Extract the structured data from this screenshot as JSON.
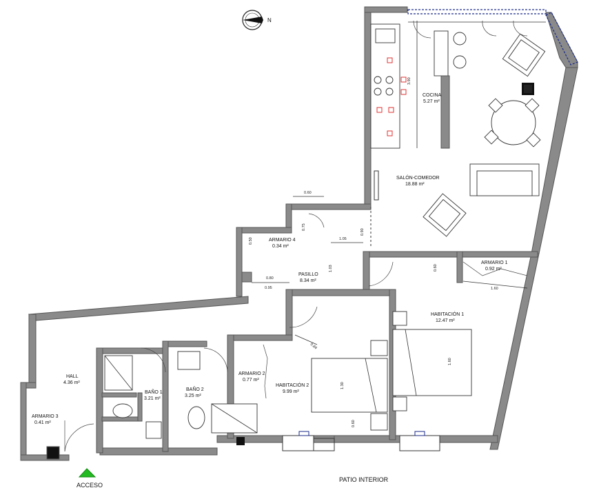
{
  "compass": {
    "north_label": "N"
  },
  "rooms": {
    "cocina": {
      "name": "COCINA",
      "area": "5.27 m²"
    },
    "salon": {
      "name": "SALÓN-COMEDOR",
      "area": "18.88 m²"
    },
    "armario4": {
      "name": "ARMARIO 4",
      "area": "0.34 m²"
    },
    "pasillo": {
      "name": "PASILLO",
      "area": "8.34 m²"
    },
    "armario1": {
      "name": "ARMARIO 1",
      "area": "0.92 m²"
    },
    "habitacion1": {
      "name": "HABITACIÓN 1",
      "area": "12.47 m²"
    },
    "hall": {
      "name": "HALL",
      "area": "4.36 m²"
    },
    "bano1": {
      "name": "BAÑO 1",
      "area": "3.21 m²"
    },
    "bano2": {
      "name": "BAÑO 2",
      "area": "3.25 m²"
    },
    "armario2": {
      "name": "ARMARIO 2",
      "area": "0.77 m²"
    },
    "habitacion2": {
      "name": "HABITACIÓN 2",
      "area": "9.99 m²"
    },
    "armario3": {
      "name": "ARMARIO 3",
      "area": "0.41 m²"
    }
  },
  "dimensions": {
    "d_060_top": "0.60",
    "d_075": "0.75",
    "d_090": "0.90",
    "d_105": "1.05",
    "d_050": "0.50",
    "d_103": "1.03",
    "d_080": "0.80",
    "d_095": "0.95",
    "d_060_arm1": "0.60",
    "d_160_arm1": "1.60",
    "d_084": "0.84",
    "d_160_bed1": "1.60",
    "d_130_bed2": "1.30",
    "d_060_bed2": "0.60",
    "d_390": "3.90"
  },
  "labels": {
    "patio": "PATIO INTERIOR",
    "acceso": "ACCESO"
  },
  "colors": {
    "wall": "#8a8a8a",
    "stove": "#e03030",
    "window_frame": "#1a2a8a",
    "entry_marker": "#22bb22"
  }
}
